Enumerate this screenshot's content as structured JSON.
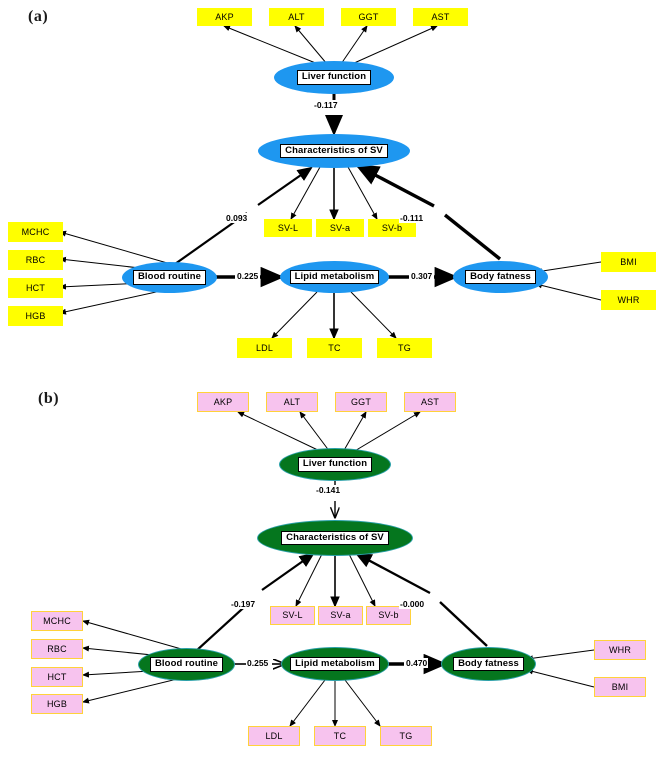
{
  "figure": {
    "type": "sem-path-diagram",
    "panels": [
      {
        "id": "a",
        "label": "(a)",
        "ellipse_fill": "#1e97f0",
        "box_fill": "#ffff00",
        "box_border": "#ffff00",
        "latents": {
          "liver": "Liver function",
          "sv": "Characteristics of SV",
          "blood": "Blood routine",
          "lipid": "Lipid metabolism",
          "fat": "Body fatness"
        },
        "indicators": {
          "liver": [
            "AKP",
            "ALT",
            "GGT",
            "AST"
          ],
          "sv": [
            "SV-L",
            "SV-a",
            "SV-b"
          ],
          "blood": [
            "MCHC",
            "RBC",
            "HCT",
            "HGB"
          ],
          "lipid": [
            "LDL",
            "TC",
            "TG"
          ],
          "fat": [
            "BMI",
            "WHR"
          ]
        },
        "paths": [
          {
            "from": "Liver function",
            "to": "Characteristics of SV",
            "coef": "-0.117",
            "weight": "thick"
          },
          {
            "from": "Blood routine",
            "to": "Characteristics of SV",
            "coef": "0.093",
            "weight": "thick"
          },
          {
            "from": "Body fatness",
            "to": "Characteristics of SV",
            "coef": "-0.111",
            "weight": "thick"
          },
          {
            "from": "Blood routine",
            "to": "Lipid metabolism",
            "coef": "0.225",
            "weight": "thick"
          },
          {
            "from": "Lipid metabolism",
            "to": "Body fatness",
            "coef": "0.307",
            "weight": "thick"
          }
        ]
      },
      {
        "id": "b",
        "label": "(b)",
        "ellipse_fill": "#05761e",
        "box_fill": "#f7c3ee",
        "box_border": "#ffd23a",
        "latents": {
          "liver": "Liver function",
          "sv": "Characteristics of SV",
          "blood": "Blood routine",
          "lipid": "Lipid metabolism",
          "fat": "Body fatness"
        },
        "indicators": {
          "liver": [
            "AKP",
            "ALT",
            "GGT",
            "AST"
          ],
          "sv": [
            "SV-L",
            "SV-a",
            "SV-b"
          ],
          "blood": [
            "MCHC",
            "RBC",
            "HCT",
            "HGB"
          ],
          "lipid": [
            "LDL",
            "TC",
            "TG"
          ],
          "fat": [
            "WHR",
            "BMI"
          ]
        },
        "paths": [
          {
            "from": "Liver function",
            "to": "Characteristics of SV",
            "coef": "-0.141",
            "weight": "thin"
          },
          {
            "from": "Blood routine",
            "to": "Characteristics of SV",
            "coef": "-0.197",
            "weight": "thick"
          },
          {
            "from": "Body fatness",
            "to": "Characteristics of SV",
            "coef": "-0.000",
            "weight": "thick"
          },
          {
            "from": "Blood routine",
            "to": "Lipid metabolism",
            "coef": "0.255",
            "weight": "thin"
          },
          {
            "from": "Lipid metabolism",
            "to": "Body fatness",
            "coef": "0.470",
            "weight": "thick"
          }
        ]
      }
    ]
  },
  "a": {
    "label": "(a)",
    "liver": "Liver function",
    "sv": "Characteristics of SV",
    "blood": "Blood routine",
    "lipid": "Lipid metabolism",
    "fat": "Body fatness",
    "akp": "AKP",
    "alt": "ALT",
    "ggt": "GGT",
    "ast": "AST",
    "svl": "SV-L",
    "sva": "SV-a",
    "svb": "SV-b",
    "mchc": "MCHC",
    "rbc": "RBC",
    "hct": "HCT",
    "hgb": "HGB",
    "ldl": "LDL",
    "tc": "TC",
    "tg": "TG",
    "ind1": "BMI",
    "ind2": "WHR",
    "c_liver_sv": "-0.117",
    "c_blood_sv": "0.093",
    "c_fat_sv": "-0.111",
    "c_blood_lipid": "0.225",
    "c_lipid_fat": "0.307"
  },
  "b": {
    "label": "(b)",
    "liver": "Liver function",
    "sv": "Characteristics of SV",
    "blood": "Blood routine",
    "lipid": "Lipid metabolism",
    "fat": "Body fatness",
    "akp": "AKP",
    "alt": "ALT",
    "ggt": "GGT",
    "ast": "AST",
    "svl": "SV-L",
    "sva": "SV-a",
    "svb": "SV-b",
    "mchc": "MCHC",
    "rbc": "RBC",
    "hct": "HCT",
    "hgb": "HGB",
    "ldl": "LDL",
    "tc": "TC",
    "tg": "TG",
    "ind1": "WHR",
    "ind2": "BMI",
    "c_liver_sv": "-0.141",
    "c_blood_sv": "-0.197",
    "c_fat_sv": "-0.000",
    "c_blood_lipid": "0.255",
    "c_lipid_fat": "0.470"
  }
}
